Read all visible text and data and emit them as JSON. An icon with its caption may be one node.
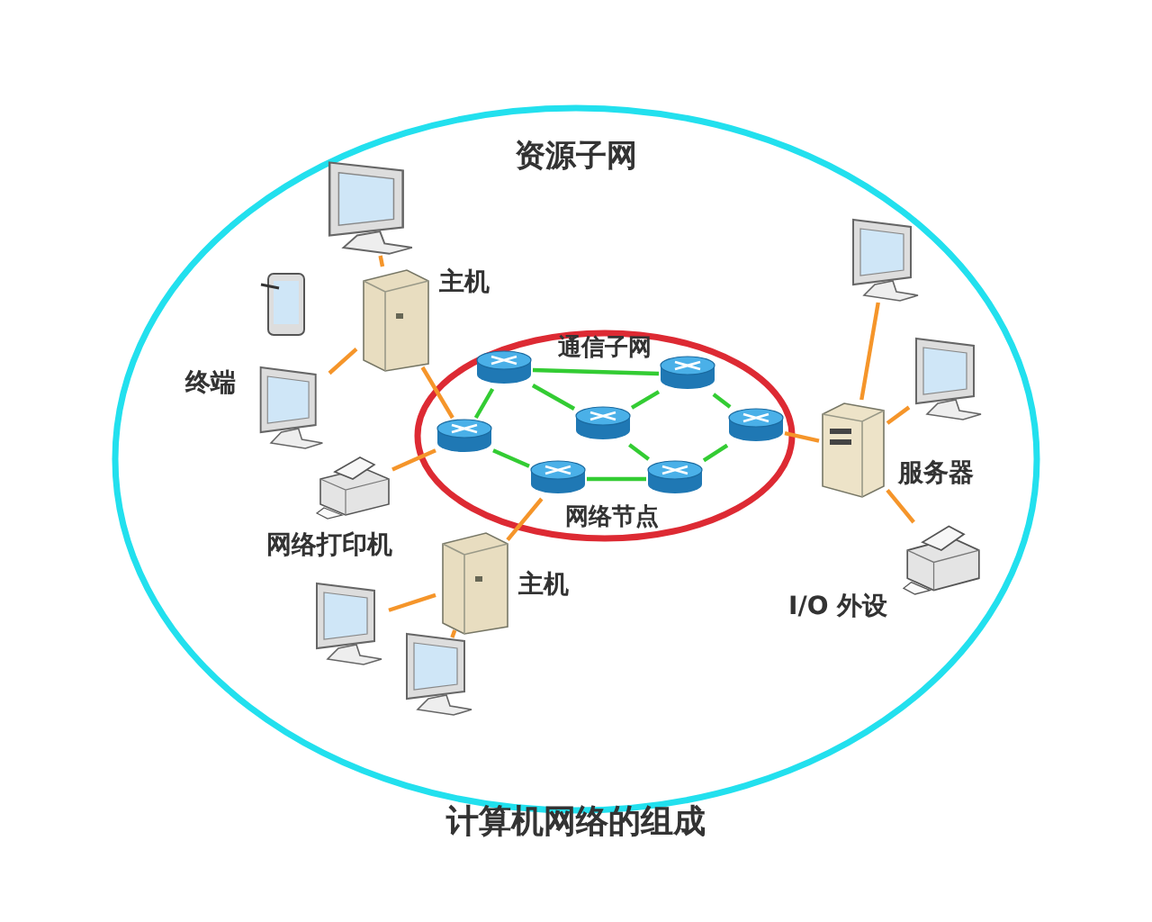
{
  "diagram": {
    "caption": "计算机网络的组成",
    "nodes": [
      {
        "text": [
          "资源子网"
        ]
      },
      {
        "text": [
          "通信子网",
          "网络节点"
        ],
        "in": 0
      },
      {
        "text": [],
        "shape": "cylinder",
        "in": 1
      },
      {
        "text": [],
        "shape": "cylinder",
        "in": 1
      },
      {
        "text": [],
        "shape": "cylinder",
        "in": 1
      },
      {
        "text": [],
        "shape": "cylinder",
        "in": 1
      },
      {
        "text": [],
        "shape": "cylinder",
        "in": 1
      },
      {
        "text": [],
        "shape": "cylinder",
        "in": 1
      },
      {
        "text": [],
        "shape": "cylinder",
        "in": 1
      },
      {
        "text": [
          "主机"
        ],
        "in": 0
      },
      {
        "text": [],
        "shape": "picture",
        "in": 0
      },
      {
        "text": [],
        "shape": "picture",
        "in": 0
      },
      {
        "text": [
          "终端"
        ],
        "in": 0
      },
      {
        "text": [
          "网络打印机"
        ],
        "in": 0
      },
      {
        "text": [
          "主机"
        ],
        "in": 0
      },
      {
        "text": [],
        "shape": "picture",
        "in": 0
      },
      {
        "text": [],
        "shape": "picture",
        "in": 0
      },
      {
        "text": [
          "服务器"
        ],
        "in": 0
      },
      {
        "text": [],
        "shape": "picture",
        "in": 0
      },
      {
        "text": [],
        "shape": "picture",
        "in": 0
      },
      {
        "text": [
          "I/O 外设"
        ],
        "in": 0
      }
    ],
    "edges": [
      {
        "from": 2,
        "to": 3,
        "arrow": "none",
        "color": "#33cc33"
      },
      {
        "from": 2,
        "to": 5,
        "arrow": "none",
        "color": "#33cc33"
      },
      {
        "from": 2,
        "to": 4,
        "arrow": "none",
        "color": "#33cc33"
      },
      {
        "from": 3,
        "to": 4,
        "arrow": "none",
        "color": "#33cc33"
      },
      {
        "from": 3,
        "to": 6,
        "arrow": "none",
        "color": "#33cc33"
      },
      {
        "from": 5,
        "to": 7,
        "arrow": "none",
        "color": "#33cc33"
      },
      {
        "from": 4,
        "to": 8,
        "arrow": "none",
        "color": "#33cc33"
      },
      {
        "from": 7,
        "to": 8,
        "arrow": "none",
        "color": "#33cc33"
      },
      {
        "from": 8,
        "to": 6,
        "arrow": "none",
        "color": "#33cc33"
      },
      {
        "from": 10,
        "to": 9,
        "arrow": "none"
      },
      {
        "from": 12,
        "to": 9,
        "arrow": "none"
      },
      {
        "from": 9,
        "to": 5,
        "arrow": "none"
      },
      {
        "from": 13,
        "to": 5,
        "arrow": "none"
      },
      {
        "from": 7,
        "to": 14,
        "arrow": "none"
      },
      {
        "from": 14,
        "to": 15,
        "arrow": "none"
      },
      {
        "from": 14,
        "to": 16,
        "arrow": "none"
      },
      {
        "from": 6,
        "to": 17,
        "arrow": "none"
      },
      {
        "from": 17,
        "to": 18,
        "arrow": "none"
      },
      {
        "from": 17,
        "to": 19,
        "arrow": "none"
      },
      {
        "from": 17,
        "to": 20,
        "arrow": "none"
      }
    ]
  }
}
